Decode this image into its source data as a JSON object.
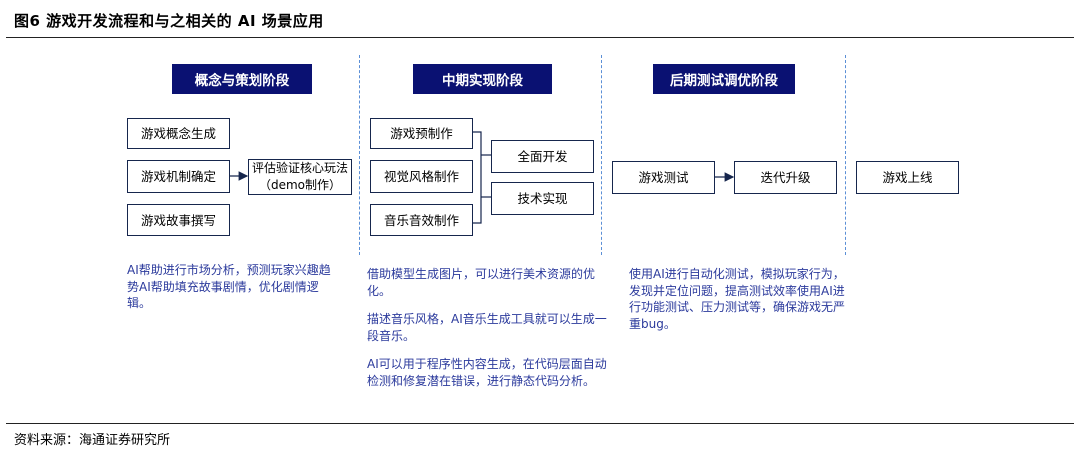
{
  "figure": {
    "title": "图6  游戏开发流程和与之相关的 AI 场景应用",
    "source": "资料来源：海通证券研究所"
  },
  "phases": {
    "p1": {
      "label": "概念与策划阶段",
      "boxes": [
        "游戏概念生成",
        "游戏机制确定",
        "游戏故事撰写"
      ],
      "side_box": "评估验证核心玩法（demo制作）",
      "desc": [
        "AI帮助进行市场分析，预测玩家兴趣趋势AI帮助填充故事剧情，优化剧情逻辑。"
      ]
    },
    "p2": {
      "label": "中期实现阶段",
      "boxes": [
        "游戏预制作",
        "视觉风格制作",
        "音乐音效制作"
      ],
      "side_boxes": [
        "全面开发",
        "技术实现"
      ],
      "desc": [
        "借助模型生成图片，可以进行美术资源的优化。",
        "描述音乐风格，AI音乐生成工具就可以生成一段音乐。",
        "AI可以用于程序性内容生成，在代码层面自动检测和修复潜在错误，进行静态代码分析。"
      ]
    },
    "p3": {
      "label": "后期测试调优阶段",
      "boxes": [
        "游戏测试",
        "迭代升级"
      ],
      "desc": [
        "使用AI进行自动化测试，模拟玩家行为，发现并定位问题，提高测试效率使用AI进行功能测试、压力测试等，确保游戏无严重bug。"
      ]
    },
    "p4": {
      "boxes": [
        "游戏上线"
      ]
    }
  },
  "colors": {
    "phase_bg": "#0a1172",
    "desc_text": "#2b3a9c",
    "divider": "#5b8fd6",
    "box_border": "#16264d"
  }
}
